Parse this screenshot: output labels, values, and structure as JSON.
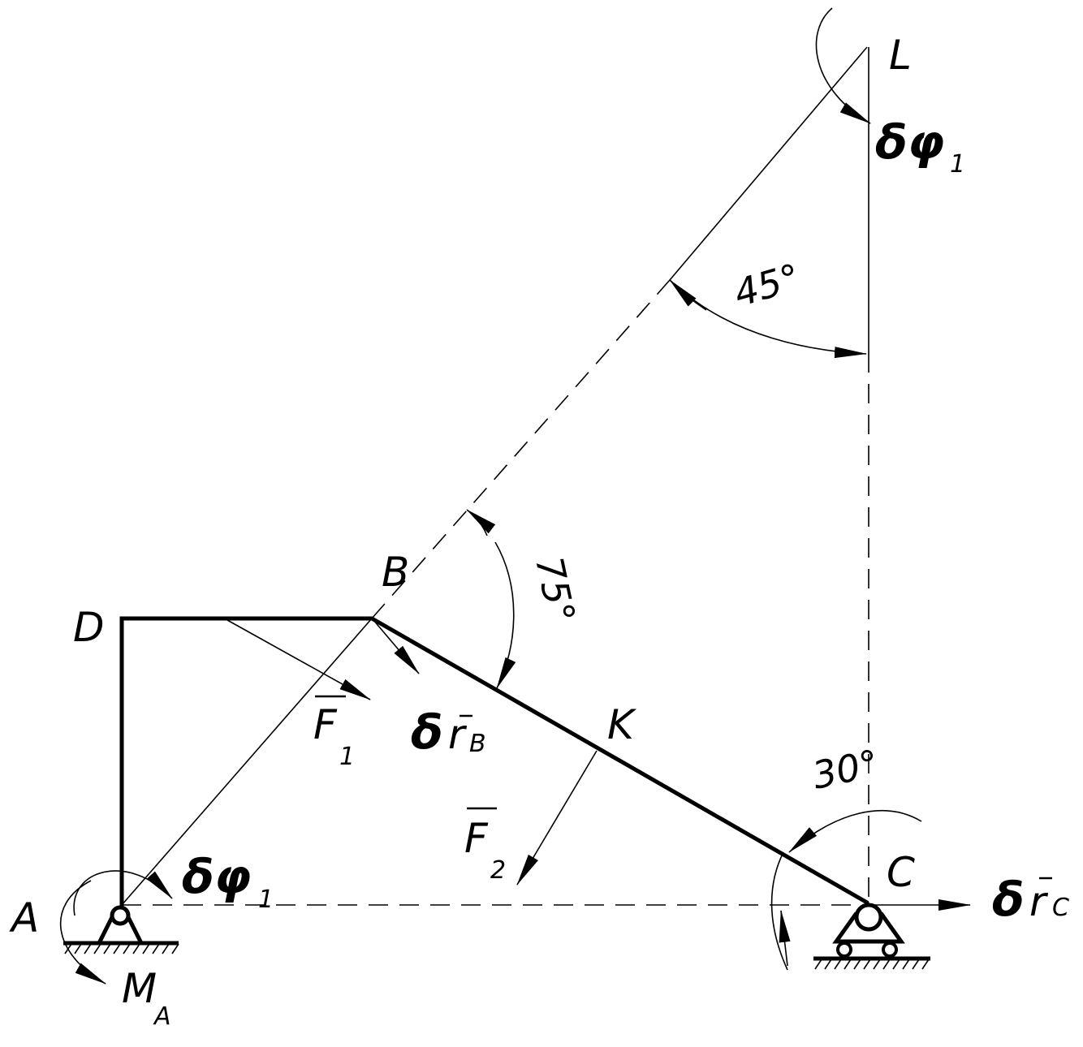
{
  "points": {
    "A": "A",
    "B": "B",
    "C": "C",
    "D": "D",
    "K": "K",
    "L": "L"
  },
  "forces": {
    "F1": {
      "letter": "F",
      "sub": "1"
    },
    "F2": {
      "letter": "F",
      "sub": "2"
    }
  },
  "moment": {
    "letter": "M",
    "sub": "A"
  },
  "virtual": {
    "dphi_L": {
      "sym": "δφ",
      "sub": "1"
    },
    "dphi_A": {
      "sym": "δφ",
      "sub": "1"
    },
    "dr_B": {
      "sym": "δ",
      "r": "r",
      "sub": "B"
    },
    "dr_C": {
      "sym": "δ",
      "r": "r",
      "sub": "C"
    }
  },
  "angles": {
    "a45": "45°",
    "a75": "75°",
    "a30": "30°"
  }
}
